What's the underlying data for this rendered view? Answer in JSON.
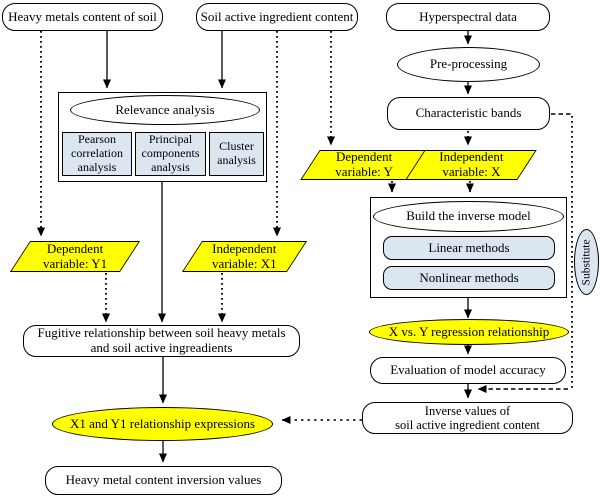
{
  "colors": {
    "accent_yellow": "#ffff00",
    "method_blue": "#dce6f1",
    "line": "#000000"
  },
  "nodes": {
    "heavy_metals": "Heavy metals content of soil",
    "soil_active": "Soil active ingredient content",
    "hyperspectral": "Hyperspectral data",
    "preprocessing": "Pre-processing",
    "characteristic_bands": "Characteristic bands",
    "relevance": "Relevance analysis",
    "pearson": "Pearson\ncorrelation\nanalysis",
    "principal": "Principal\ncomponents\nanalysis",
    "cluster": "Cluster\nanalysis",
    "dependent_y": "Dependent\nvariable: Y",
    "independent_x": "Independent\nvariable: X",
    "dependent_y1": "Dependent\nvariable: Y1",
    "independent_x1": "Independent\nvariable: X1",
    "build_model": "Build the inverse model",
    "linear": "Linear methods",
    "nonlinear": "Nonlinear methods",
    "substitute": "Substitute",
    "xy_regression": "X vs. Y regression relationship",
    "evaluation": "Evaluation of model accuracy",
    "inverse_values": "Inverse values of\nsoil active ingredient content",
    "fugitive": "Fugitive relationship between soil heavy metals\nand soil active ingreadients",
    "x1y1": "X1 and Y1 relationship expressions",
    "heavy_inversion": "Heavy metal content inversion values"
  }
}
